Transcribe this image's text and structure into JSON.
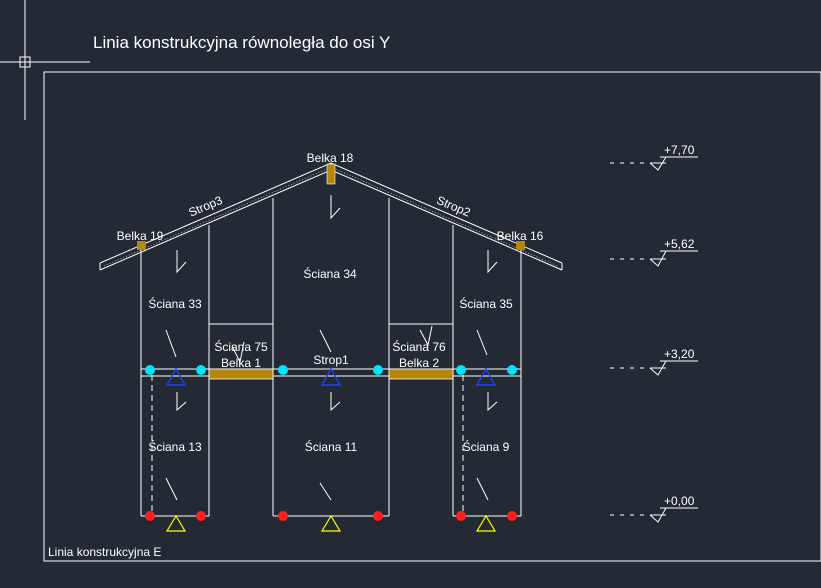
{
  "title": "Linia konstrukcyjna równoległa do osi Y",
  "frame_label": "Linia konstrukcyjna E",
  "beams": {
    "b18": "Belka 18",
    "b19": "Belka 19",
    "b16": "Belka 16",
    "b1": "Belka 1",
    "b2": "Belka 2"
  },
  "slabs": {
    "s3": "Strop3",
    "s2": "Strop2",
    "s1": "Strop1"
  },
  "walls": {
    "w34": "Ściana 34",
    "w33": "Ściana 33",
    "w35": "Ściana 35",
    "w75": "Ściana 75",
    "w76": "Ściana 76",
    "w13": "Ściana 13",
    "w11": "Ściana 11",
    "w9": "Ściana 9"
  },
  "levels": [
    "+7,70",
    "+5,62",
    "+3,20",
    "+0,00"
  ],
  "colors": {
    "background": "#232a33",
    "line": "#ffffff",
    "beam": "#b8860b",
    "node": "#00e5ff",
    "support_base": "#ff1f1f",
    "support_triangle_base": "#ffff00",
    "support_triangle_mid": "#1f3fff"
  }
}
